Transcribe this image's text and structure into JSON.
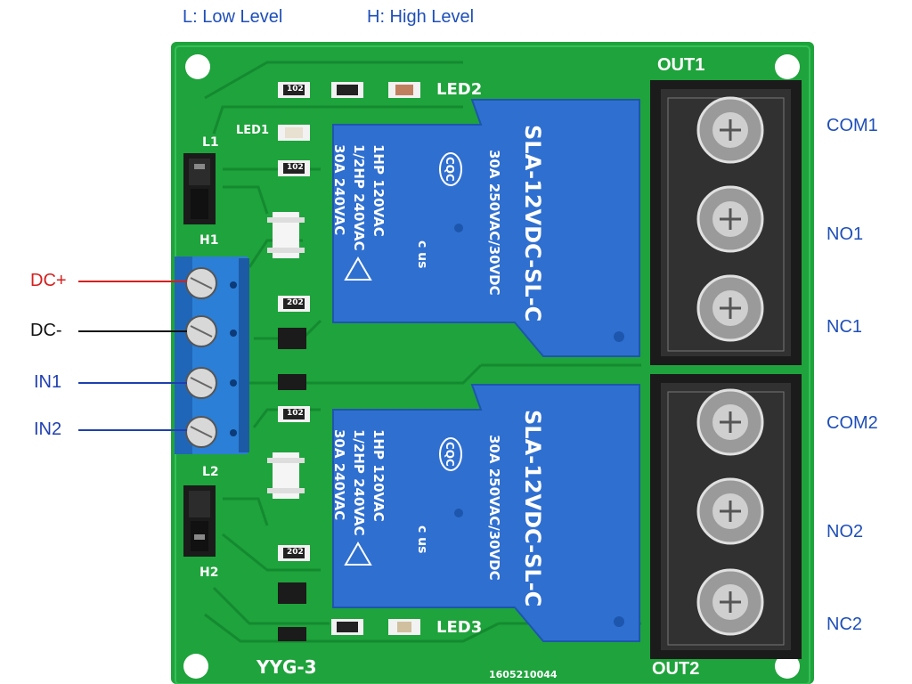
{
  "legend": {
    "low": "L: Low Level",
    "high": "H: High Level"
  },
  "board": {
    "model": "YYG-3",
    "serial": "1605210044",
    "silkscreen": {
      "led1": "LED1",
      "led2": "LED2",
      "led3": "LED3",
      "l1": "L1",
      "h1": "H1",
      "l2": "L2",
      "h2": "H2",
      "res_a": "102",
      "res_b": "202"
    }
  },
  "input_pins": [
    {
      "label": "DC+",
      "color": "#d42020"
    },
    {
      "label": "DC-",
      "color": "#111111"
    },
    {
      "label": "IN1",
      "color": "#1f3fb0"
    },
    {
      "label": "IN2",
      "color": "#1f3fb0"
    }
  ],
  "outputs": {
    "out1": "OUT1",
    "out2": "OUT2",
    "terminals": [
      "COM1",
      "NO1",
      "NC1",
      "COM2",
      "NO2",
      "NC2"
    ]
  },
  "relays": [
    {
      "model": "SLA-12VDC-SL-C",
      "rating1": "30A  250VAC/30VDC",
      "rating2": "1HP 120VAC",
      "rating3": "1/2HP 240VAC",
      "rating4": "30A 240VAC",
      "cert": "CQC",
      "ul": "c   us"
    },
    {
      "model": "SLA-12VDC-SL-C",
      "rating1": "30A  250VAC/30VDC",
      "rating2": "1HP 120VAC",
      "rating3": "1/2HP 240VAC",
      "rating4": "30A 240VAC",
      "cert": "CQC",
      "ul": "c   us"
    }
  ],
  "colors": {
    "pcb": "#1fa33c",
    "relay": "#2f6fd0",
    "terminal_block_in": "#2b7fd6",
    "terminal_block_out": "#1b1b1b"
  }
}
